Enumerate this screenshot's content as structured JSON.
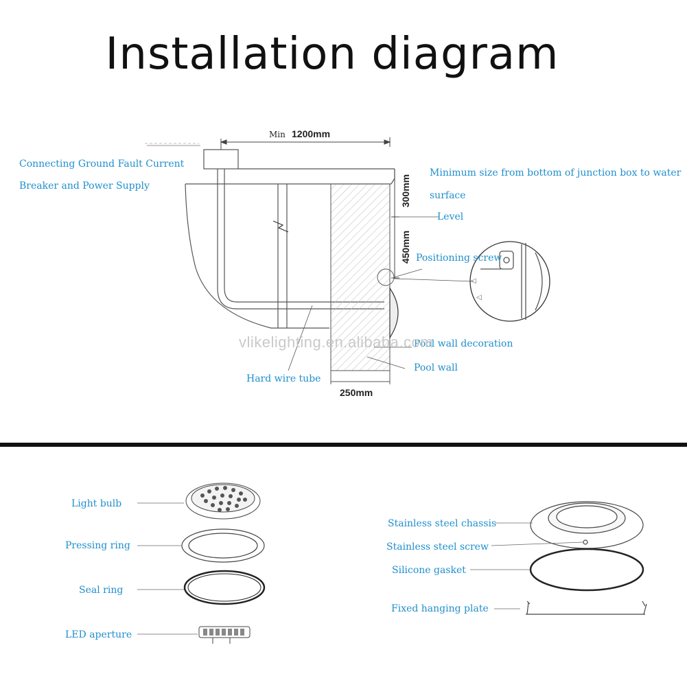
{
  "title": "Installation diagram",
  "dimensions": {
    "min_label": "Min",
    "width_top": "1200mm",
    "height_upper": "300mm",
    "height_lower": "450mm",
    "wall_width": "250mm"
  },
  "callouts": {
    "breaker_line1": "Connecting Ground Fault Current",
    "breaker_line2": "Breaker and Power Supply",
    "min_size_line1": "Minimum size from bottom of junction box to water",
    "min_size_line2": "surface",
    "level": "Level",
    "positioning_screw": "Positioning screw",
    "pool_wall_decoration": "Pool wall decoration",
    "pool_wall": "Pool wall",
    "hard_wire_tube": "Hard wire tube"
  },
  "watermark": "vlikelighting.en.alibaba.com",
  "parts_left": [
    "Light bulb",
    "Pressing ring",
    "Seal ring",
    "LED aperture"
  ],
  "parts_right": [
    "Stainless steel chassis",
    "Stainless steel screw",
    "Silicone gasket",
    "Fixed hanging plate"
  ],
  "colors": {
    "label": "#1f8fcc",
    "line": "#444444",
    "divider": "#111111"
  }
}
